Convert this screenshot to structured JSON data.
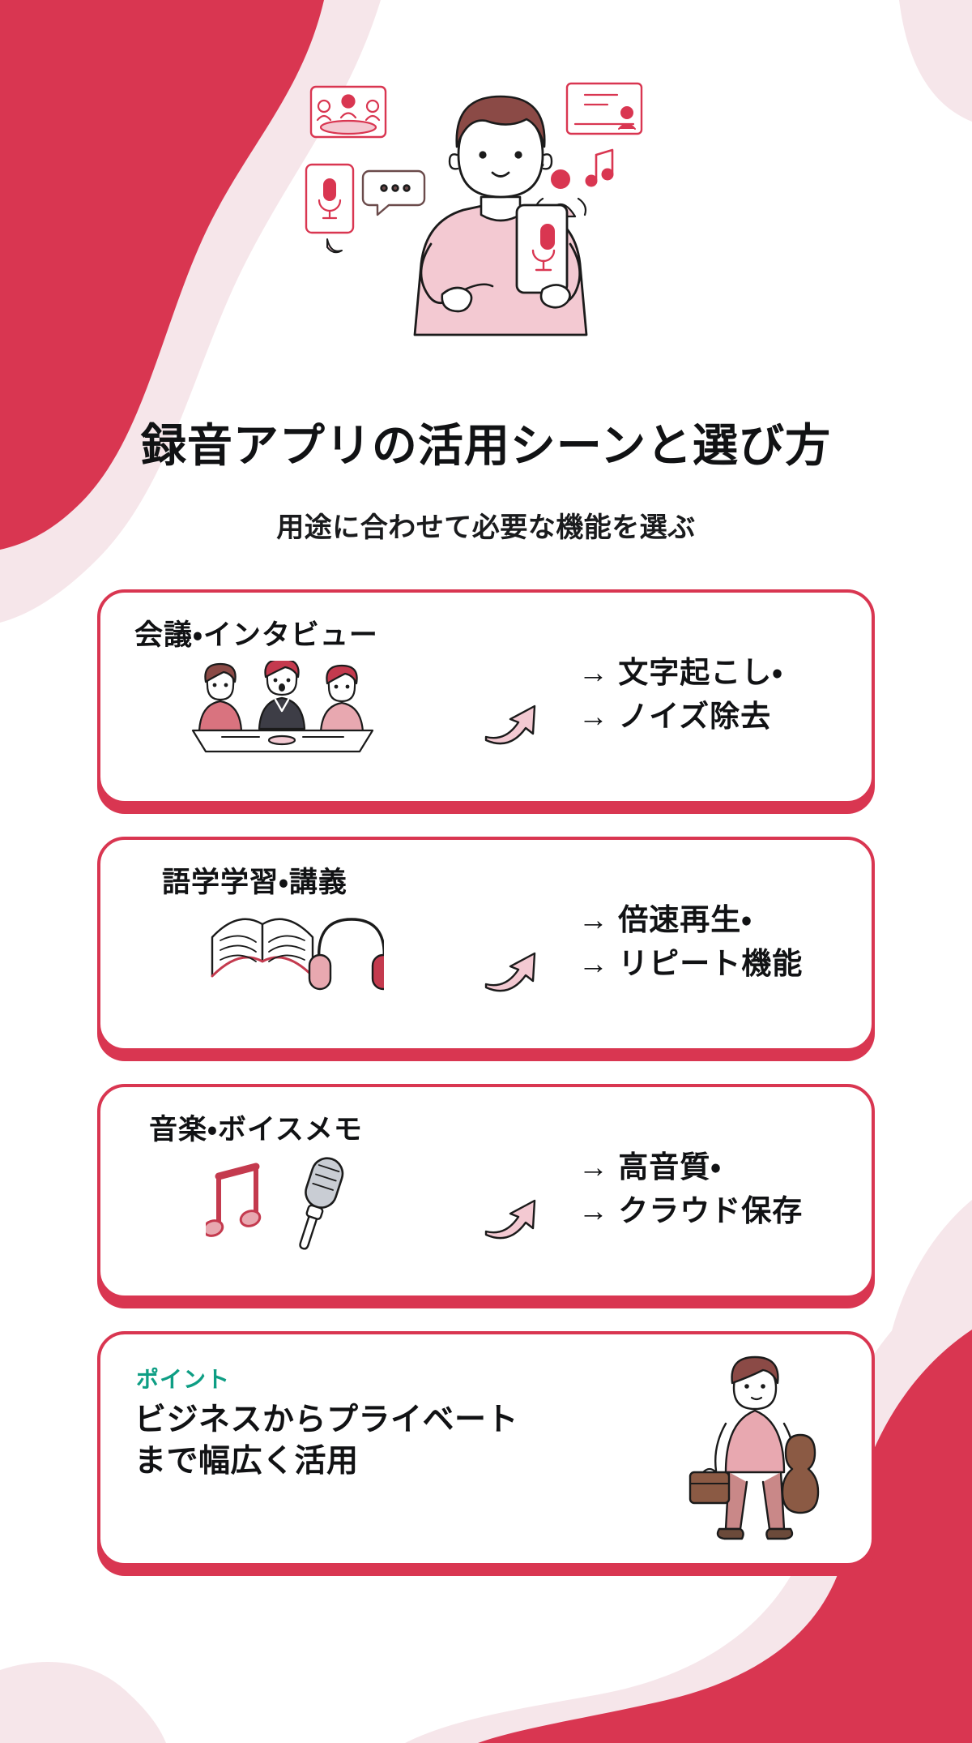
{
  "theme": {
    "crimson": "#D93651",
    "pale_pink": "#F6E6EA",
    "soft_pink": "#F3C9D2",
    "teal": "#0E9E84",
    "ink": "#111214",
    "white": "#FFFFFF"
  },
  "header": {
    "title": "録音アプリの活用シーンと選び方",
    "subtitle": "用途に合わせて必要な機能を選ぶ"
  },
  "hero": {
    "icon_name": "person-holding-smartphone-recording-illustration",
    "surrounding_icons": [
      "meeting-group-icon",
      "presentation-whiteboard-icon",
      "tablet-microphone-icon",
      "speech-bubble-icon",
      "singing-person-music-note-icon",
      "sparkle-icon"
    ]
  },
  "cards": [
    {
      "id": "meeting",
      "label": "会議・インタビュー",
      "art_name": "three-people-meeting-table-illustration",
      "arrow_name": "curved-arrow-icon",
      "outputs": [
        "→ 文字起こし・",
        "→ ノイズ除去"
      ]
    },
    {
      "id": "language-study",
      "label": "語学学習・講義",
      "art_name": "open-book-and-headphones-illustration",
      "arrow_name": "curved-arrow-icon",
      "outputs": [
        "→ 倍速再生・",
        "→ リピート機能"
      ]
    },
    {
      "id": "music-voice-memo",
      "label": "音楽・ボイスメモ",
      "art_name": "music-notes-and-microphone-illustration",
      "arrow_name": "curved-arrow-icon",
      "outputs": [
        "→ 高音質・",
        "→ クラウド保存"
      ]
    }
  ],
  "point_card": {
    "kicker": "ポイント",
    "body_lines": [
      "ビジネスからプライベート",
      "まで幅広く活用"
    ],
    "art_name": "person-with-briefcase-and-guitar-illustration"
  }
}
